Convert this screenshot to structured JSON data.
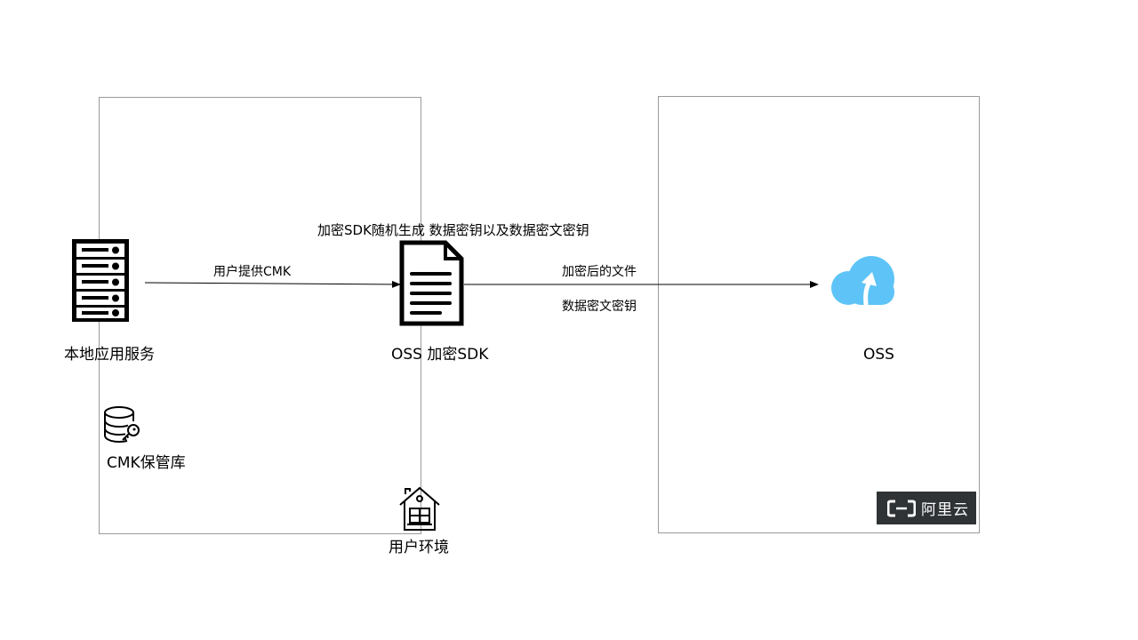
{
  "diagram": {
    "nodes": {
      "local_app_service": {
        "label": "本地应用服务",
        "icon": "server-rack-icon"
      },
      "cmk_vault": {
        "label": "CMK保管库",
        "icon": "database-key-icon"
      },
      "oss_encryption_sdk": {
        "label": "OSS 加密SDK",
        "icon": "document-icon"
      },
      "oss": {
        "label": "OSS",
        "icon": "cloud-upload-icon"
      },
      "user_environment": {
        "label": "用户环境",
        "icon": "house-icon"
      }
    },
    "edges": {
      "provide_cmk": {
        "label": "用户提供CMK"
      },
      "upload": {
        "label_top": "加密后的文件",
        "label_bottom": "数据密文密钥"
      }
    },
    "annotation": {
      "sdk_generate": "加密SDK随机生成 数据密钥以及数据密文密钥"
    },
    "brand": {
      "name": "阿里云",
      "icon": "aliyun-bracket-logo-icon"
    },
    "colors": {
      "cloud": "#5ec4f7",
      "logo_bg": "#2f3336",
      "border": "#9a9a9a"
    }
  }
}
